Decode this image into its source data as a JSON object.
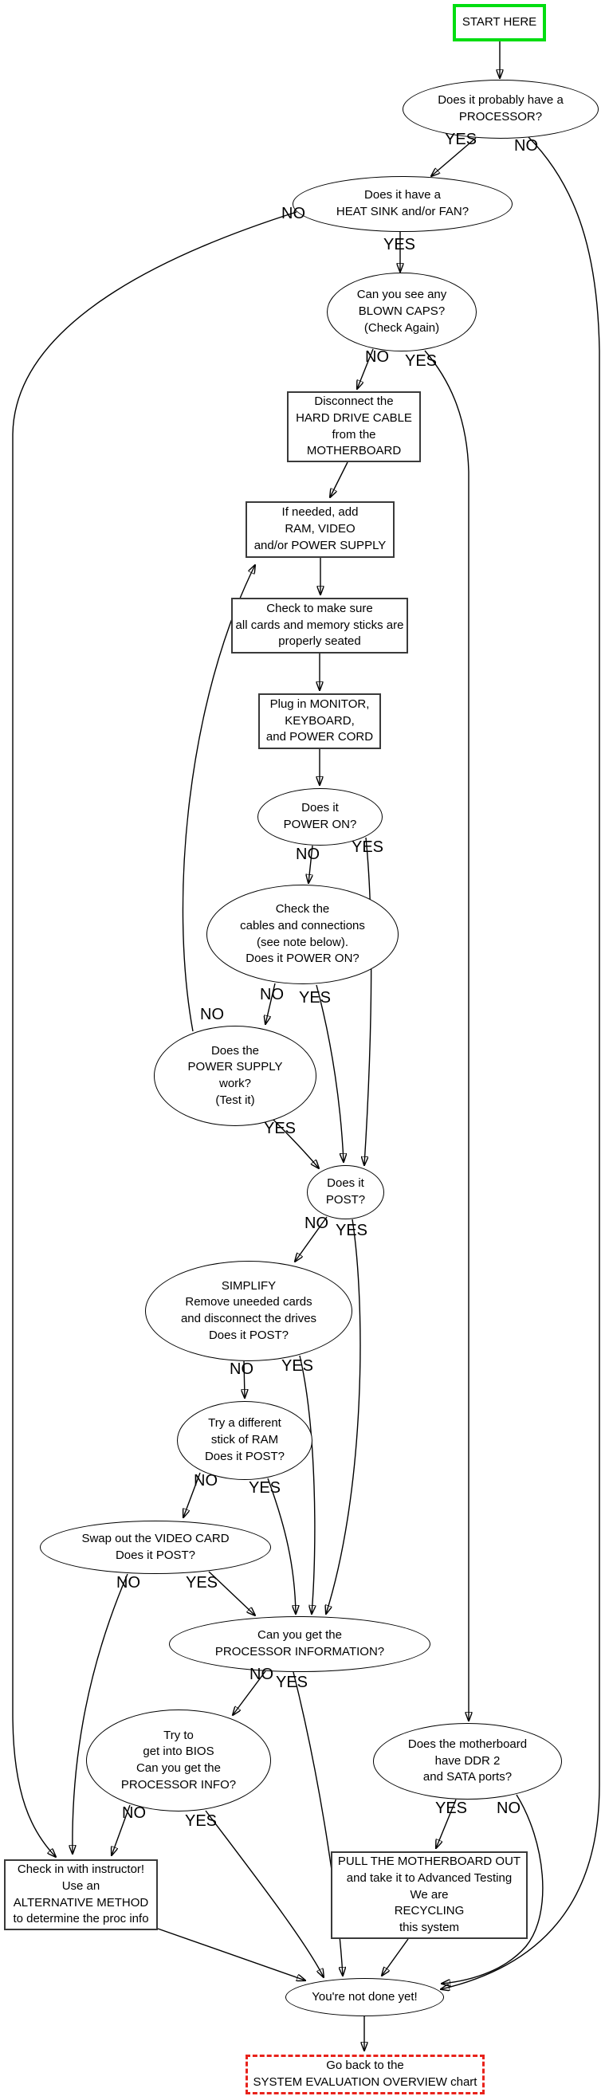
{
  "diagram": {
    "title": "System evaluation troubleshooting flowchart",
    "labels": {
      "yes": "YES",
      "no": "NO"
    },
    "colors": {
      "start_border": "#00dd11",
      "goback_border": "#e8221b",
      "line": "#000000",
      "rect_border": "#3a3a3a",
      "background": "#ffffff"
    },
    "nodes": {
      "start": "START HERE",
      "processor": "Does it probably have a\nPROCESSOR?",
      "heatsink": "Does it have a\nHEAT SINK and/or FAN?",
      "blown_caps": "Can you see any\nBLOWN CAPS?\n(Check Again)",
      "disconnect_hdd": "Disconnect the\nHARD DRIVE CABLE\nfrom the\nMOTHERBOARD",
      "add_parts": "If needed, add\nRAM, VIDEO\nand/or POWER SUPPLY",
      "check_seated": "Check to make sure\nall cards and memory sticks are\nproperly seated",
      "plug_in": "Plug in MONITOR,\nKEYBOARD,\nand POWER CORD",
      "power_on": "Does it\nPOWER ON?",
      "check_cables": "Check the\ncables and connections\n(see note below).\nDoes it POWER ON?",
      "psu_work": "Does the\nPOWER SUPPLY\nwork?\n(Test it)",
      "post": "Does it\nPOST?",
      "simplify": "SIMPLIFY\nRemove uneeded cards\nand disconnect the drives\nDoes it POST?",
      "ram": "Try a different\nstick of RAM\nDoes it POST?",
      "video_card": "Swap out the VIDEO CARD\nDoes it POST?",
      "proc_info": "Can you get the\nPROCESSOR INFORMATION?",
      "bios": "Try to\nget into BIOS\nCan you get the\nPROCESSOR INFO?",
      "ddr2": "Does the motherboard\nhave DDR 2\nand SATA ports?",
      "instructor": "Check in with instructor!\nUse an\nALTERNATIVE METHOD\nto determine the proc info",
      "pull_mobo": "PULL THE MOTHERBOARD OUT\nand take it to Advanced Testing\nWe are\nRECYCLING\nthis system",
      "not_done": "You're not done yet!",
      "go_back": "Go back to the\nSYSTEM EVALUATION OVERVIEW chart"
    }
  }
}
